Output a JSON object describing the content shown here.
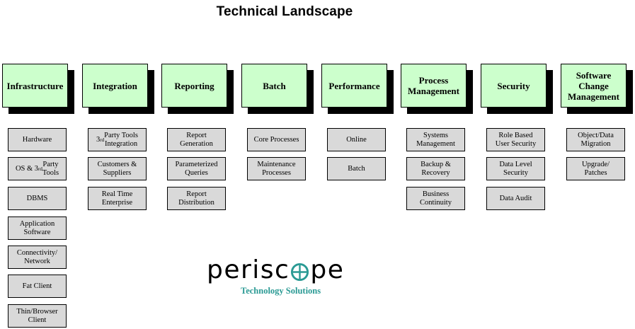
{
  "title": "Technical Landscape",
  "colors": {
    "header_fill": "#ccffcc",
    "item_fill": "#d9d9d9",
    "shadow": "#000000",
    "brand_teal": "#2a9a94"
  },
  "columns": [
    {
      "header": "Infrastructure",
      "items": [
        "Hardware",
        "OS & 3rd Party\nTools",
        "DBMS",
        "Application\nSoftware",
        "Connectivity/\nNetwork",
        "Fat Client",
        "Thin/Browser\nClient"
      ]
    },
    {
      "header": "Integration",
      "items": [
        "3rd Party Tools\nIntegration",
        "Customers &\nSuppliers",
        "Real Time\nEnterprise"
      ]
    },
    {
      "header": "Reporting",
      "items": [
        "Report\nGeneration",
        "Parameterized\nQueries",
        "Report\nDistribution"
      ]
    },
    {
      "header": "Batch",
      "items": [
        "Core Processes",
        "Maintenance\nProcesses"
      ]
    },
    {
      "header": "Performance",
      "items": [
        "Online",
        "Batch"
      ]
    },
    {
      "header": "Process\nManagement",
      "items": [
        "Systems\nManagement",
        "Backup &\nRecovery",
        "Business\nContinuity"
      ]
    },
    {
      "header": "Security",
      "items": [
        "Role Based\nUser Security",
        "Data Level\nSecurity",
        "Data Audit"
      ]
    },
    {
      "header": "Software\nChange\nManagement",
      "items": [
        "Object/Data\nMigration",
        "Upgrade/\nPatches"
      ]
    }
  ],
  "logo": {
    "word_before": "perisc",
    "word_after": "pe",
    "tagline": "Technology Solutions",
    "icon": "crosshair-icon"
  }
}
